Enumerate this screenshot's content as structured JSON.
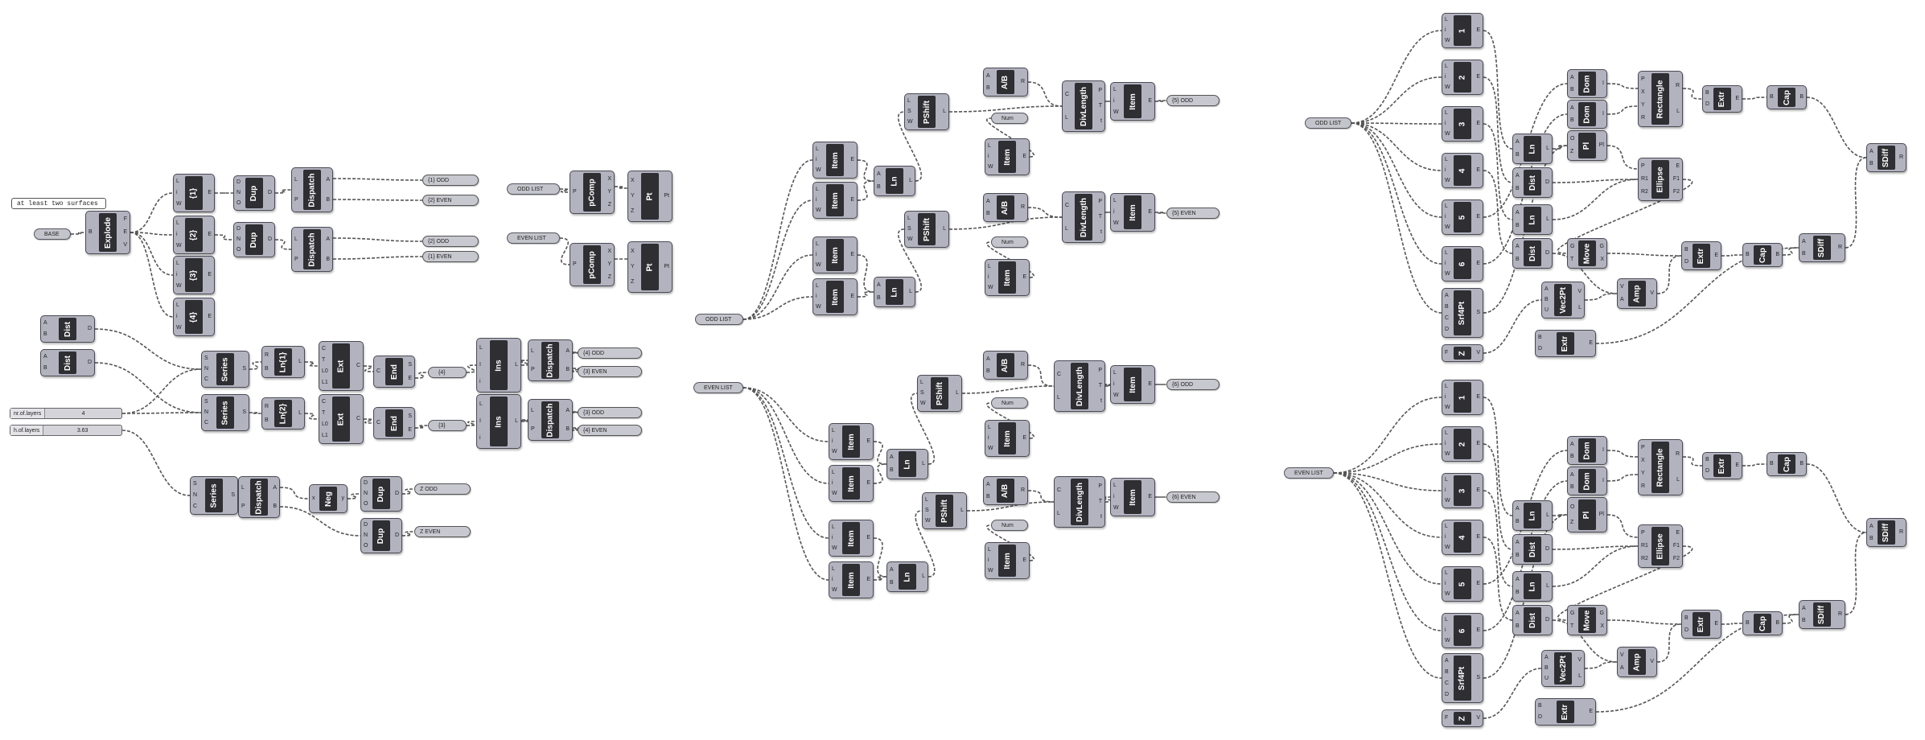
{
  "canvas": {
    "note_text": "at least two surfaces",
    "wire_color": "#555555",
    "component_color": "#b3b3c0",
    "capsule_color": "#2e2e33"
  },
  "groups": {
    "left": {
      "params": {
        "base": "BASE",
        "odd_list": "ODD LIST",
        "even_list": "EVEN LIST",
        "num4": "{4}",
        "num3": "{3}"
      },
      "panels": {
        "p1": "{1} ODD",
        "p2": "{2} EVEN",
        "p3": "{2} ODD",
        "p4": "{1} EVEN",
        "p5": "{4} ODD",
        "p6": "{3} EVEN",
        "p7": "{3} ODD",
        "p8": "{4} EVEN",
        "p9": "Z ODD",
        "p10": "Z EVEN"
      },
      "sliders": {
        "layers_label": "nr.of.layers",
        "layers_value": "4",
        "height_label": "h.of.layers",
        "height_value": "3.63"
      }
    },
    "middle": {
      "params": {
        "odd_list": "ODD LIST",
        "even_list": "EVEN LIST",
        "num": "Num"
      },
      "panels": {
        "p1": "{5} ODD",
        "p2": "{5} EVEN",
        "p3": "{6} ODD",
        "p4": "{6} EVEN"
      }
    },
    "right": {
      "params": {
        "odd_list": "ODD LIST",
        "even_list": "EVEN LIST"
      }
    }
  },
  "components": {
    "explode": "Explode",
    "c1": "{1}",
    "c2": "{2}",
    "c3": "{3}",
    "c4": "{4}",
    "dup": "Dup",
    "dispatch": "Dispatch",
    "pcomp": "pComp",
    "pt": "Pt",
    "dist": "Dist",
    "series": "Series",
    "ln1": "Ln{1}",
    "ln2": "Ln{2}",
    "ext": "Ext",
    "end": "End",
    "ins": "Ins",
    "neg": "Neg",
    "item": "Item",
    "ln": "Ln",
    "pshift": "PShift",
    "ab": "A/B",
    "divlength": "DivLength",
    "n1": "1",
    "n2": "2",
    "n3": "3",
    "n4": "4",
    "n5": "5",
    "n6": "6",
    "srf4pt": "Srf4Pt",
    "z": "Z",
    "pl": "Pl",
    "dom": "Dom",
    "rectangle": "Rectangle",
    "extr": "Extr",
    "cap": "Cap",
    "ellipse": "Ellipse",
    "move": "Move",
    "vec2pt": "Vec2Pt",
    "amp": "Amp",
    "sdiff": "SDiff"
  }
}
